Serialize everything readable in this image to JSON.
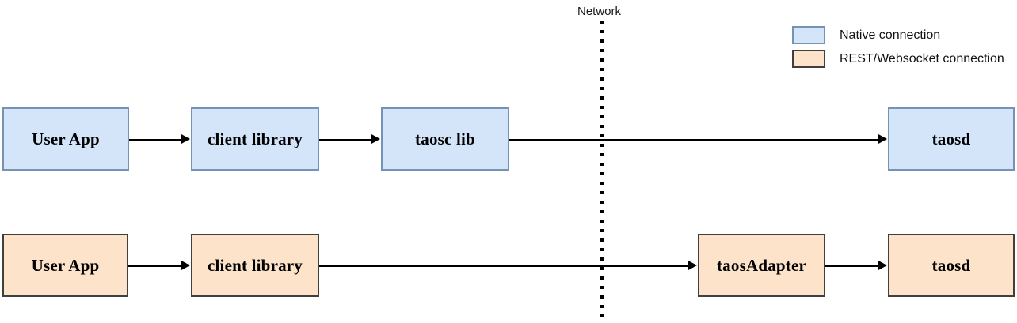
{
  "diagram": {
    "title_label": "Network",
    "legend": {
      "items": [
        {
          "label": "Native connection",
          "color": "#d4e5f9",
          "border": "#7593b4",
          "kind": "native"
        },
        {
          "label": "REST/Websocket connection",
          "color": "#fce3c9",
          "border": "#3f3f3f",
          "kind": "rest"
        }
      ]
    },
    "rows": [
      {
        "name": "native-path",
        "kind": "native",
        "nodes": [
          {
            "id": "native-user-app",
            "label": "User App"
          },
          {
            "id": "native-client-library",
            "label": "client library"
          },
          {
            "id": "native-taosc-lib",
            "label": "taosc lib"
          },
          {
            "id": "native-taosd",
            "label": "taosd"
          }
        ]
      },
      {
        "name": "rest-path",
        "kind": "rest",
        "nodes": [
          {
            "id": "rest-user-app",
            "label": "User App"
          },
          {
            "id": "rest-client-library",
            "label": "client library"
          },
          {
            "id": "rest-taosadapter",
            "label": "taosAdapter"
          },
          {
            "id": "rest-taosd",
            "label": "taosd"
          }
        ]
      }
    ],
    "edges": [
      {
        "from": "native-user-app",
        "to": "native-client-library"
      },
      {
        "from": "native-client-library",
        "to": "native-taosc-lib"
      },
      {
        "from": "native-taosc-lib",
        "to": "native-taosd"
      },
      {
        "from": "rest-user-app",
        "to": "rest-client-library"
      },
      {
        "from": "rest-client-library",
        "to": "rest-taosadapter"
      },
      {
        "from": "rest-taosadapter",
        "to": "rest-taosd"
      }
    ]
  }
}
